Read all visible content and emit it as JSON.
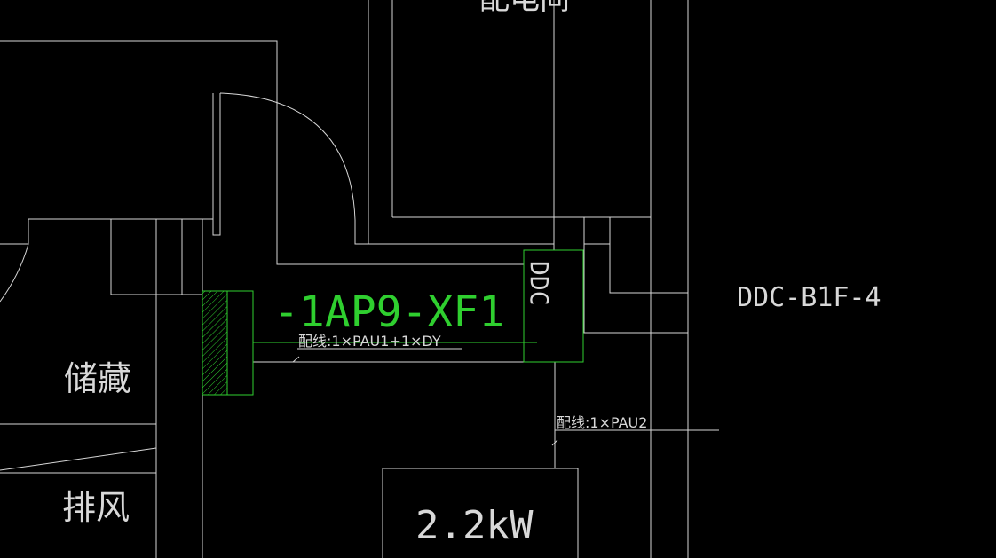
{
  "drawing": {
    "background": "#000000",
    "line_color": "#d6d6d6",
    "equipment_color": "#2fcf2f",
    "labels": {
      "top_partial": "配电间",
      "room_storage": "储藏",
      "room_exhaust": "排风",
      "power_rating": "2.2kW",
      "equipment_tag": "-1AP9-XF1",
      "ddc_box": "DDC",
      "ddc_id": "DDC-B1F-4",
      "wiring_1": "配线:1×PAU1+1×DY",
      "wiring_2": "配线:1×PAU2"
    }
  }
}
